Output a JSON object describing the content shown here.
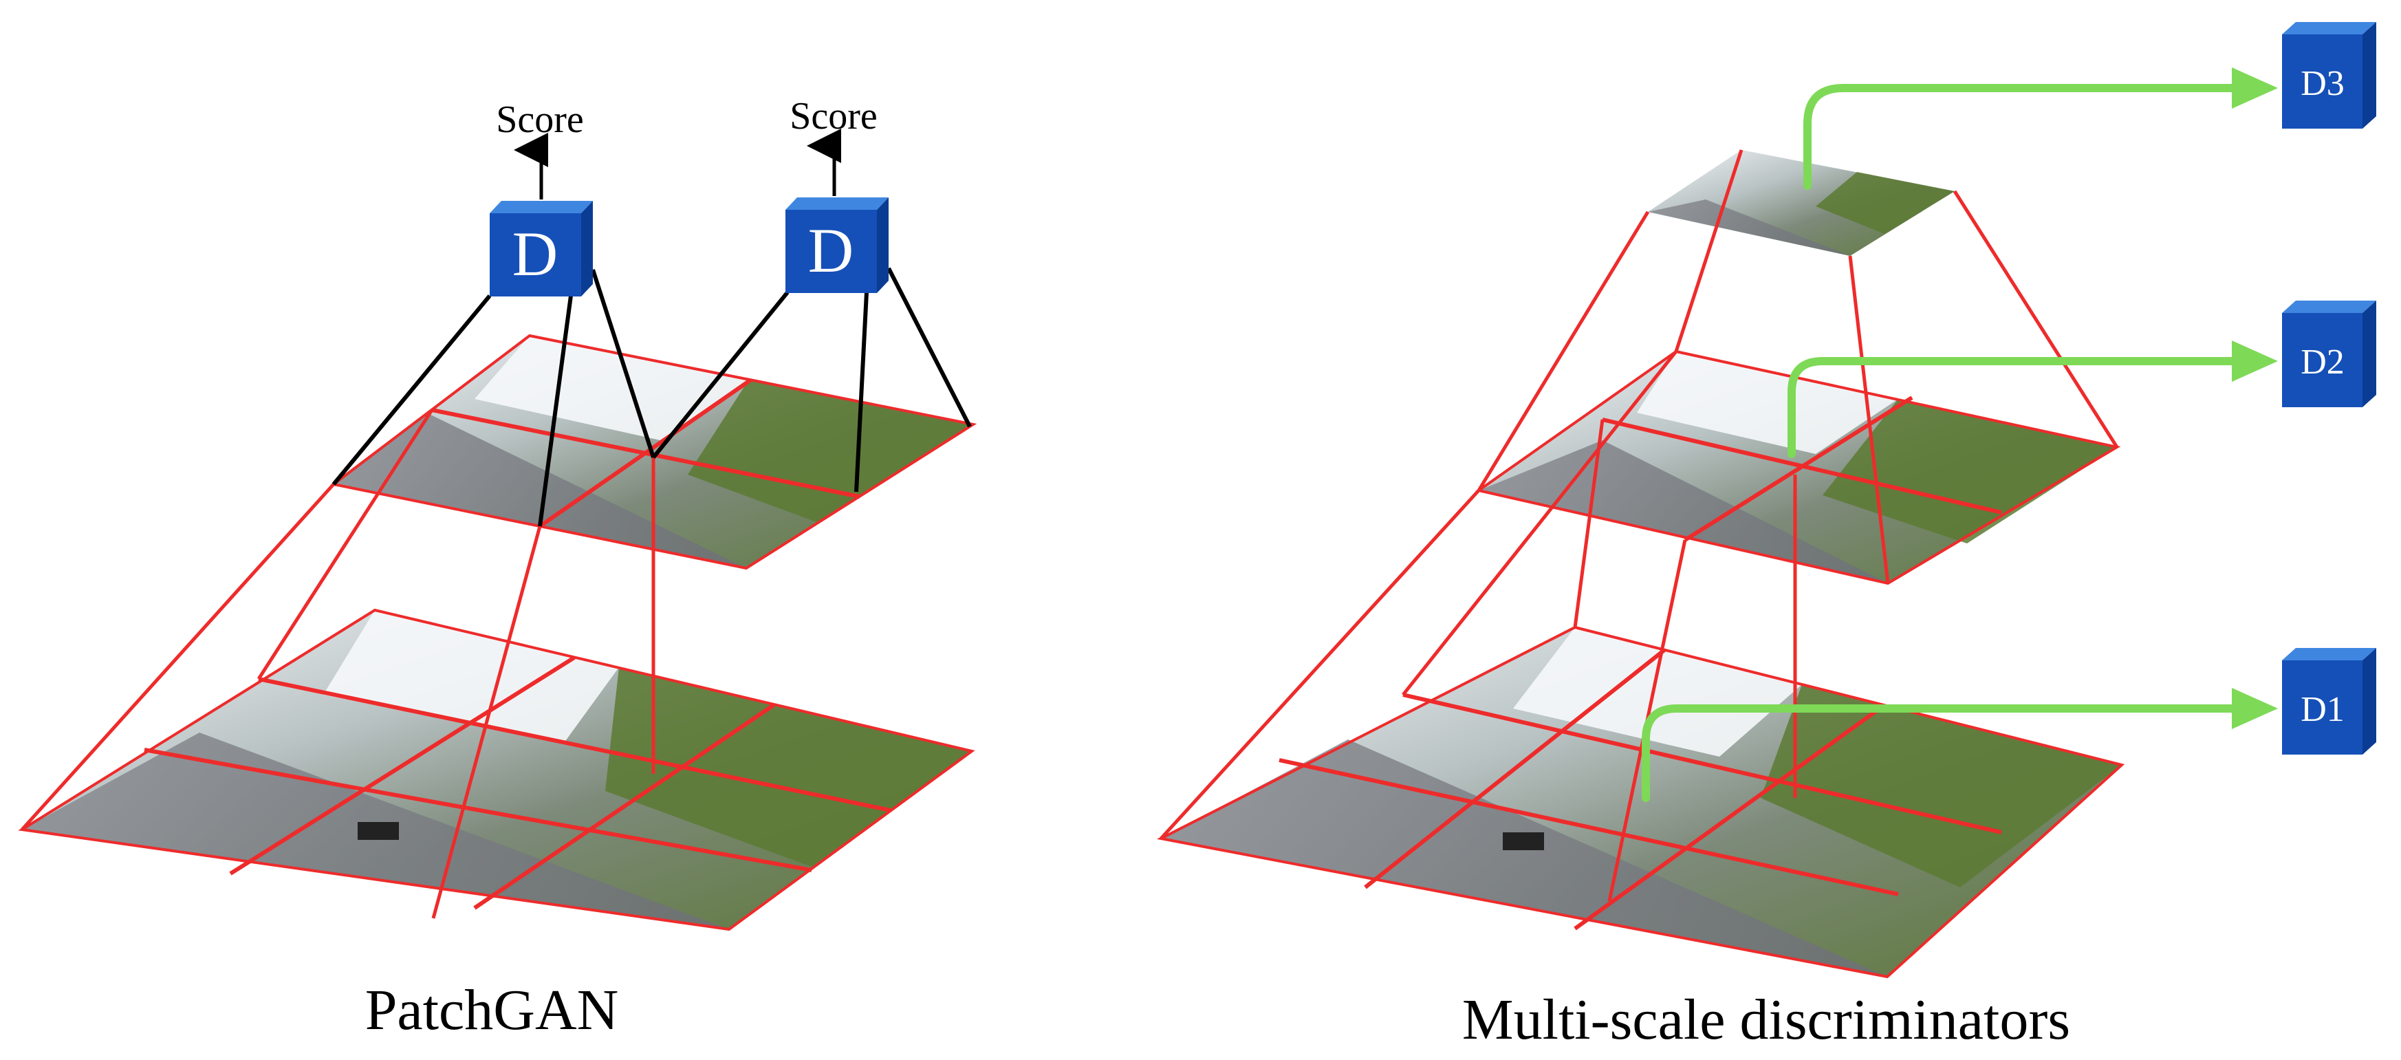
{
  "patchgan": {
    "title": "PatchGAN",
    "discriminators": [
      {
        "label": "D",
        "output": "Score"
      },
      {
        "label": "D",
        "output": "Score"
      }
    ]
  },
  "multiscale": {
    "title": "Multi-scale discriminators",
    "discriminators": [
      {
        "label": "D3"
      },
      {
        "label": "D2"
      },
      {
        "label": "D1"
      }
    ]
  },
  "colors": {
    "cube_front": "#1550b8",
    "cube_top": "#3f86e0",
    "cube_side": "#0b3c93",
    "red_lines": "#ee2b2b",
    "black_lines": "#000000",
    "green_arrows": "#7ed957",
    "sky": "#f4f7fb",
    "road": "#7b7f86",
    "trees": "#5f7d3a"
  }
}
